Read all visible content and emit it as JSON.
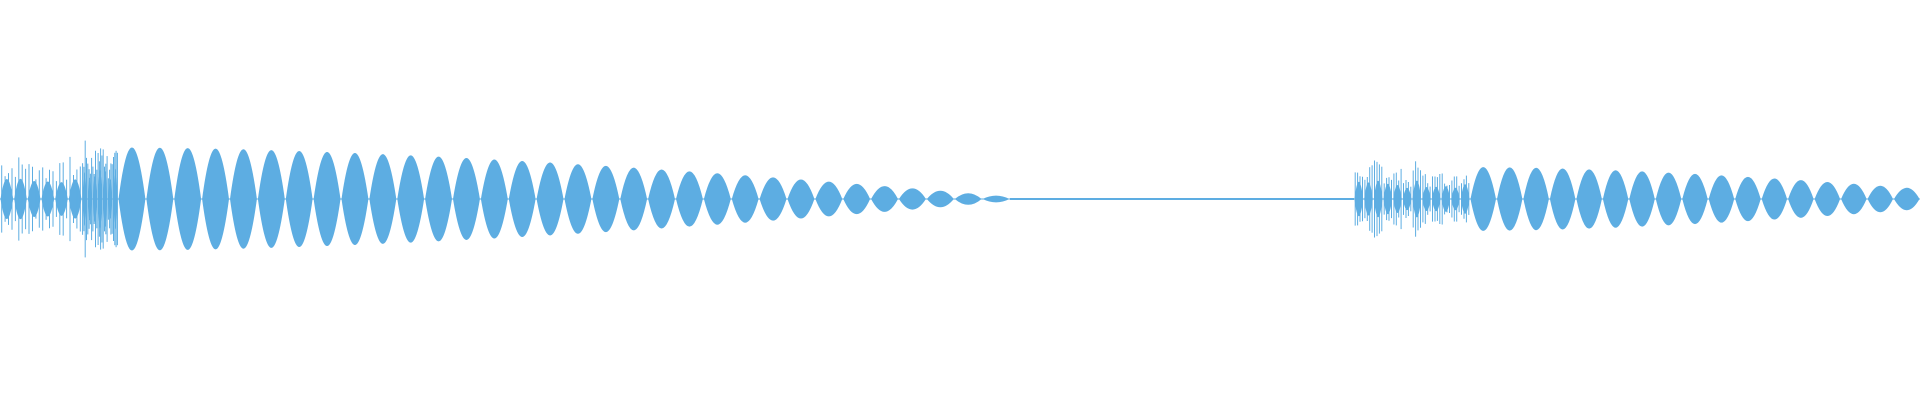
{
  "waveform": {
    "color": "#5DADE2",
    "background": "#FFFFFF",
    "segments": [
      {
        "name": "segment-1",
        "type": "noisy-burst",
        "lobes": 6,
        "amplitude": 0.45
      },
      {
        "name": "segment-2",
        "type": "noisy-burst",
        "lobes": 7,
        "amplitude": 0.55
      },
      {
        "name": "segment-3",
        "type": "tone-decay",
        "lobes": 32,
        "amplitude_start": 0.92,
        "amplitude_end": 0.06
      },
      {
        "name": "segment-4",
        "type": "silence",
        "amplitude": 0.005
      },
      {
        "name": "segment-5",
        "type": "noisy-burst",
        "lobes": 12,
        "amplitude": 0.33
      },
      {
        "name": "segment-6",
        "type": "tone-decay",
        "lobes": 17,
        "amplitude_start": 0.57,
        "amplitude_end": 0.2
      }
    ]
  }
}
